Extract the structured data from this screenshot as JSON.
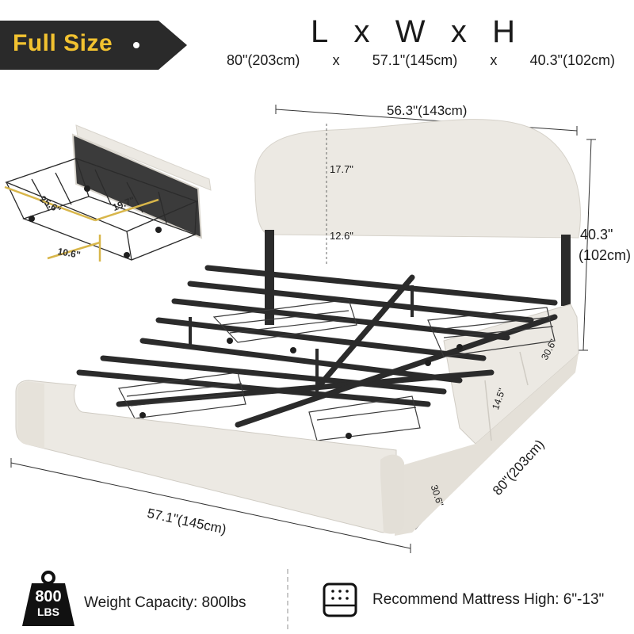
{
  "banner": {
    "label": "Full Size"
  },
  "heading": {
    "l": "L",
    "x1": "x",
    "w": "W",
    "x2": "x",
    "h": "H"
  },
  "overall_dims": {
    "length": "80\"(203cm)",
    "sep1": "x",
    "width": "57.1\"(145cm)",
    "sep2": "x",
    "height": "40.3\"(102cm)"
  },
  "measurements": {
    "headboard_width": "56.3\"(143cm)",
    "headboard_height": "17.7\"",
    "leg_height": "12.6\"",
    "total_height": "40.3\"",
    "total_height_cm": "(102cm)",
    "bed_length": "80\"(203cm)",
    "bed_width": "57.1\"(145cm)",
    "drawer_length": "30.6\"",
    "drawer_length_2": "30.6\"",
    "drawer_gap": "14.5\"",
    "drawer_depth": "25.6\"",
    "drawer_width": "19.7\"",
    "drawer_height": "10.6\""
  },
  "footer": {
    "badge_number": "800",
    "badge_unit": "LBS",
    "weight_capacity": "Weight Capacity: 800lbs",
    "mattress_recommendation": "Recommend Mattress High: 6\"-13\""
  },
  "colors": {
    "banner_bg": "#2a2a2a",
    "banner_text": "#f2c230",
    "upholstery": "#ece9e3",
    "frame": "#2b2b2b",
    "drawer_outline": "#d8b64a"
  }
}
